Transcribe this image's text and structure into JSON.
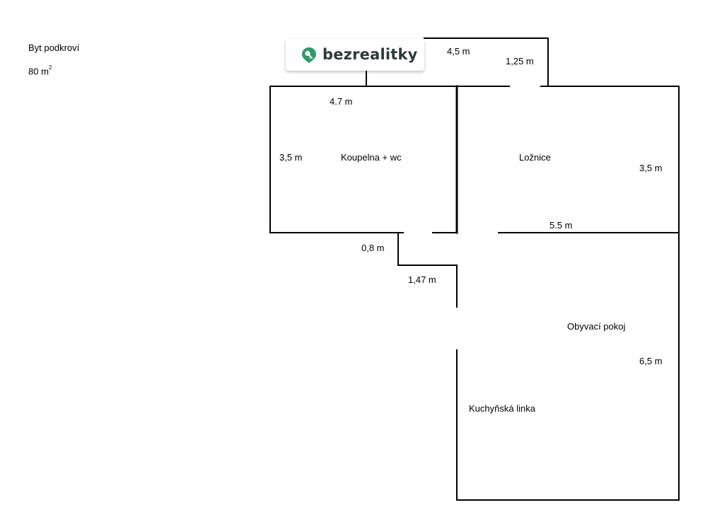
{
  "header": {
    "title": "Byt podkroví",
    "area_value": "80 m",
    "area_sup": "2"
  },
  "logo": {
    "text": "bezrealitky",
    "brand_color": "#2e9a6b"
  },
  "rooms": {
    "bathroom": "Koupelna + wc",
    "bedroom": "Ložnice",
    "living": "Obyvací  pokoj",
    "kitchen": "Kuchyňská linka"
  },
  "dimensions": {
    "top_4_5": "4,5 m",
    "top_1_25": "1,25 m",
    "bath_width": "4.7 m",
    "bath_height": "3,5 m",
    "bed_height": "3,5 m",
    "bed_width": "5.5 m",
    "hall_0_8": "0,8 m",
    "hall_1_47": "1,47 m",
    "living_height": "6,5 m"
  }
}
